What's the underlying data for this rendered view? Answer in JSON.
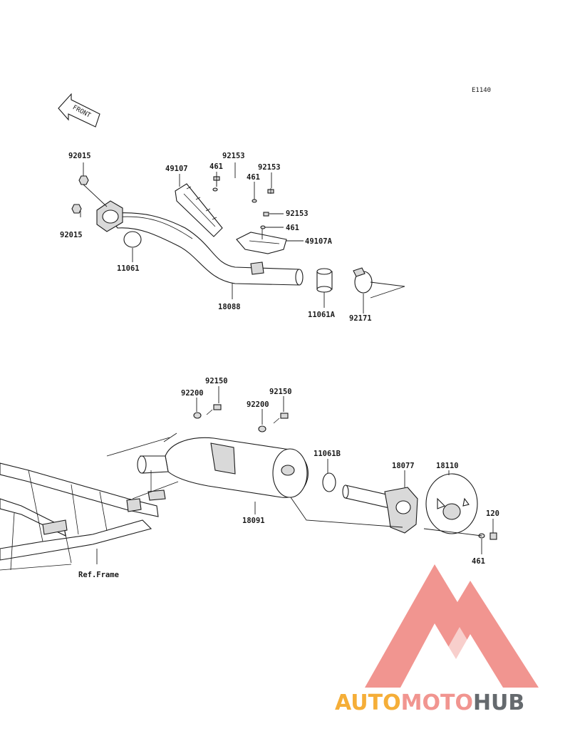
{
  "diagram_code": "E1140",
  "front_label": "FRONT",
  "ref_frame_label": "Ref.Frame",
  "watermark": {
    "part1": "AUTO",
    "part2": "MOTO",
    "part3": "HUB",
    "color_orange": "#f5a623",
    "color_red": "#f08a84",
    "color_grey": "#555a5f"
  },
  "callouts": {
    "c_92015_top": "92015",
    "c_92015_bot": "92015",
    "c_11061": "11061",
    "c_49107": "49107",
    "c_461_a": "461",
    "c_92153_a": "92153",
    "c_461_b": "461",
    "c_92153_b": "92153",
    "c_92153_c": "92153",
    "c_461_c": "461",
    "c_49107A": "49107A",
    "c_18088": "18088",
    "c_11061A": "11061A",
    "c_92171": "92171",
    "c_92150_a": "92150",
    "c_92200_a": "92200",
    "c_92150_b": "92150",
    "c_92200_b": "92200",
    "c_11061B": "11061B",
    "c_18077": "18077",
    "c_18110": "18110",
    "c_18091": "18091",
    "c_120": "120",
    "c_461_d": "461"
  }
}
